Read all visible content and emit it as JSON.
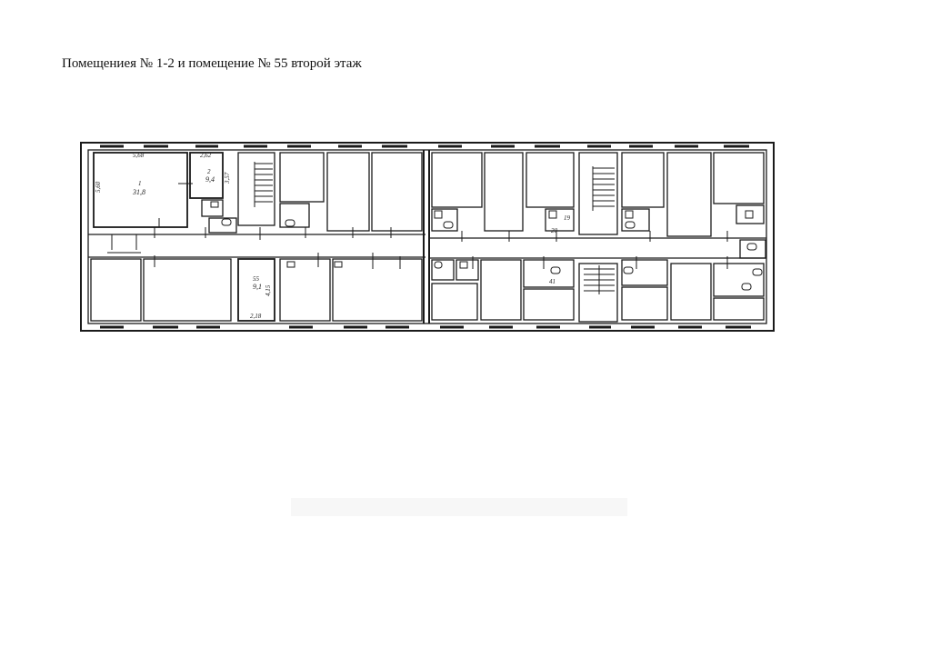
{
  "title": "Помещениея № 1-2 и помещение № 55  второй  этаж",
  "colors": {
    "line": "#1a1a1a",
    "background": "#ffffff"
  },
  "rooms": [
    {
      "id": "room-1",
      "number": "1",
      "area": "31,8",
      "dims": [
        "5,68",
        "5,60"
      ]
    },
    {
      "id": "room-2",
      "number": "2",
      "area": "9,4",
      "dims": [
        "2,62",
        "3,57"
      ]
    },
    {
      "id": "room-55",
      "number": "55",
      "area": "9,1",
      "dims": [
        "2,18",
        "4,15"
      ]
    }
  ],
  "small_labels": [
    "19",
    "20",
    "41"
  ]
}
